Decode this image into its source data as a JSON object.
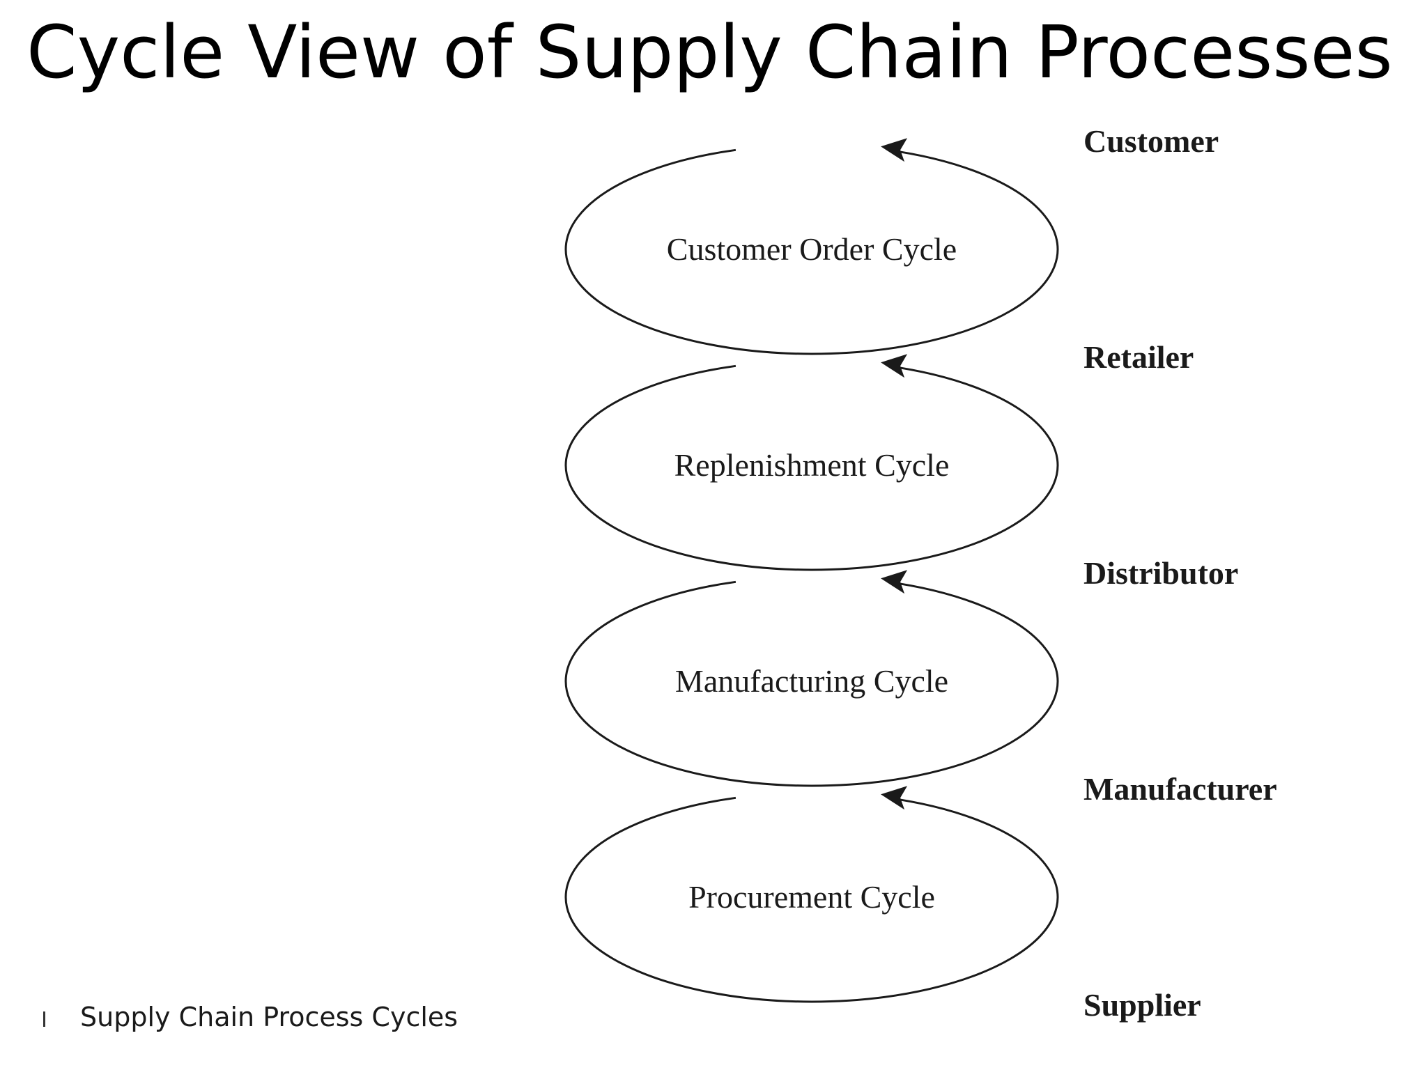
{
  "title": "Cycle View of Supply Chain Processes",
  "cycles": [
    "Customer Order Cycle",
    "Replenishment Cycle",
    "Manufacturing Cycle",
    "Procurement Cycle"
  ],
  "stages": [
    "Customer",
    "Retailer",
    "Distributor",
    "Manufacturer",
    "Supplier"
  ],
  "caption": "Supply Chain Process Cycles",
  "colors": {
    "line": "#1a1a1a",
    "text": "#1a1a1a",
    "background": "#ffffff"
  }
}
